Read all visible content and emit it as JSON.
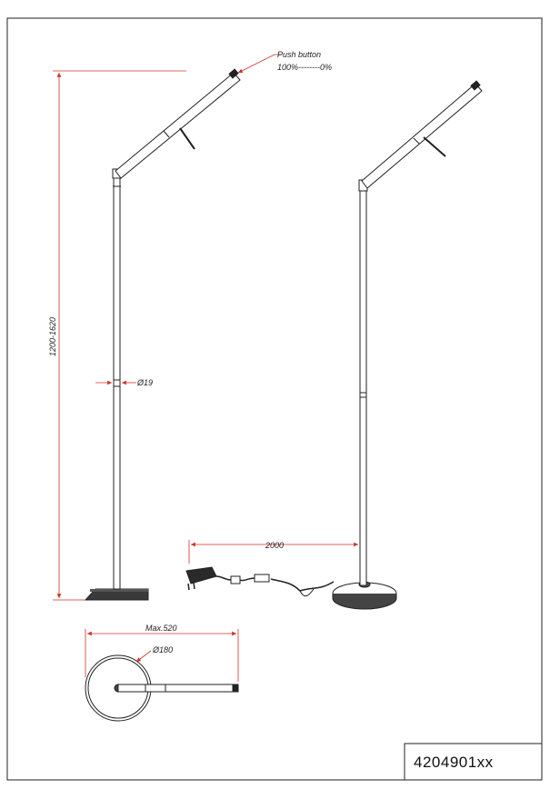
{
  "annotations": {
    "push_button": "Push button",
    "dimmer_range": "100%--------0%",
    "height_range": "1200-1620",
    "pole_diameter": "Ø19",
    "cable_length": "2000",
    "max_reach": "Max.520",
    "base_diameter": "Ø180"
  },
  "model_number": "4204901xx",
  "colors": {
    "line": "#222222",
    "dimension": "#d0302a"
  }
}
